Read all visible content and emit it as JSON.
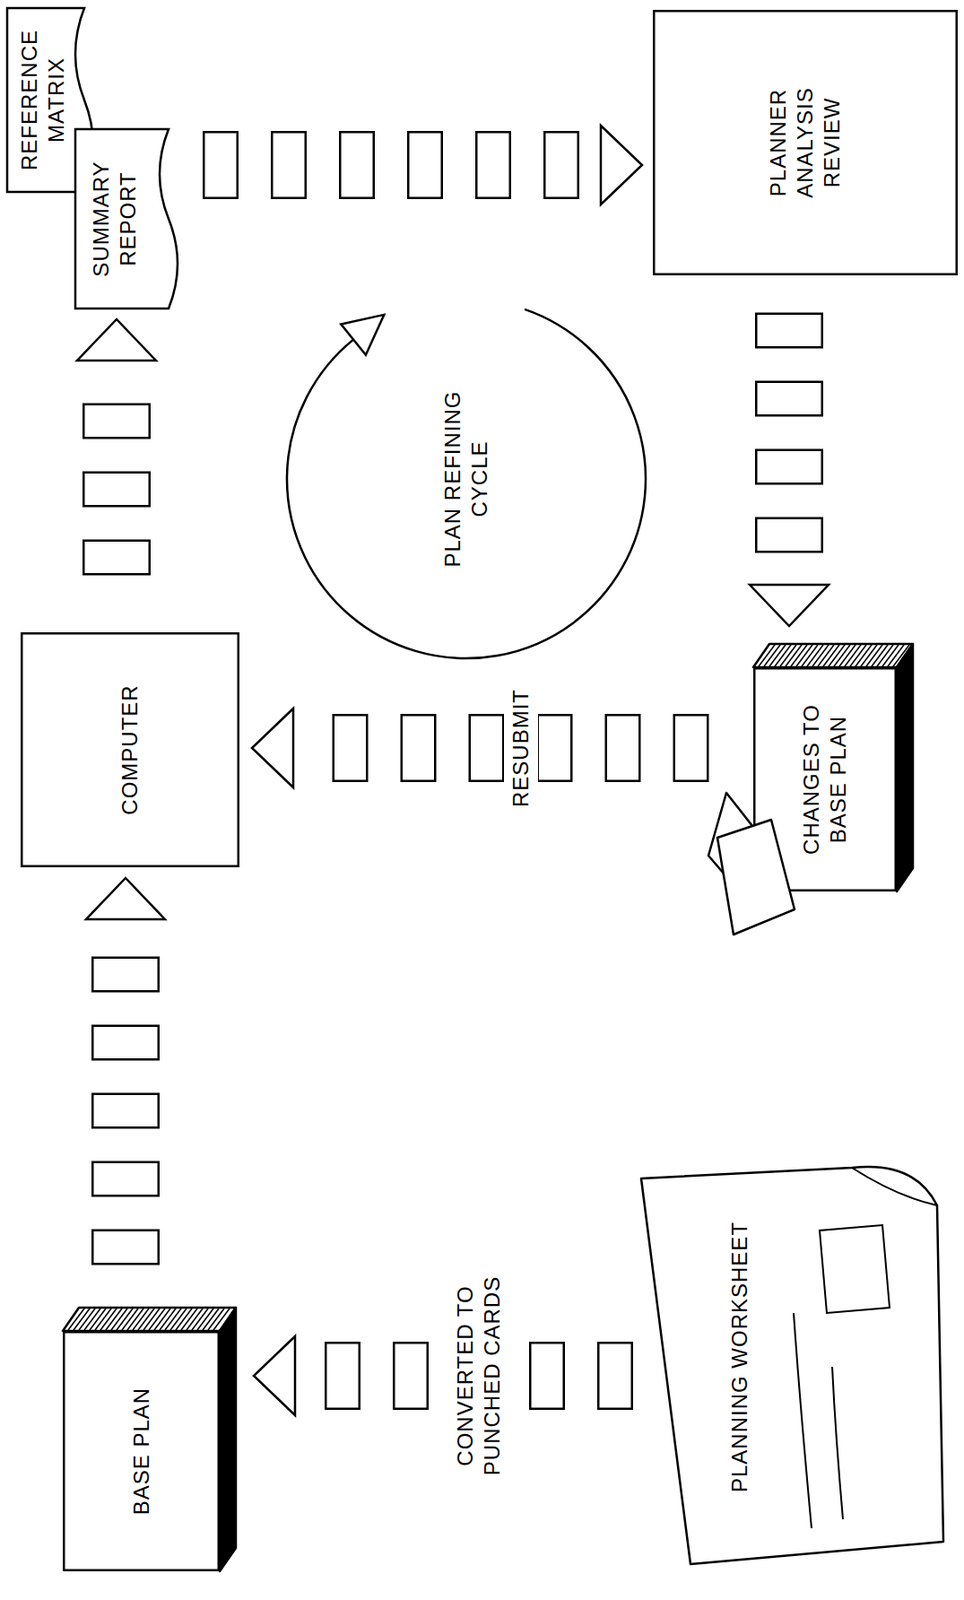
{
  "diagram": {
    "nodes": [
      {
        "text": [
          "BASE PLAN"
        ]
      },
      {
        "text": [
          "COMPUTER"
        ]
      },
      {
        "text": [
          "REFERENCE MATRIX"
        ]
      },
      {
        "text": [
          "SUMMARY REPORT"
        ]
      },
      {
        "text": [
          "PLANNING WORKSHEET"
        ]
      },
      {
        "text": [
          "CHANGES TO BASE PLAN"
        ]
      },
      {
        "text": [
          "PLANNER ANALYSIS REVIEW"
        ]
      }
    ],
    "edges": [
      {
        "from": 4,
        "to": 0,
        "arrow": "to",
        "label": "CONVERTED TO PUNCHED CARDS"
      },
      {
        "from": 0,
        "to": 1,
        "arrow": "to"
      },
      {
        "from": 1,
        "to": 3,
        "arrow": "to"
      },
      {
        "from": 3,
        "to": 6,
        "arrow": "to"
      },
      {
        "from": 6,
        "to": 5,
        "arrow": "to"
      },
      {
        "from": 5,
        "to": 1,
        "arrow": "to",
        "label": "RESUBMIT"
      }
    ],
    "labels": [
      "PLAN REFINING CYCLE"
    ]
  }
}
